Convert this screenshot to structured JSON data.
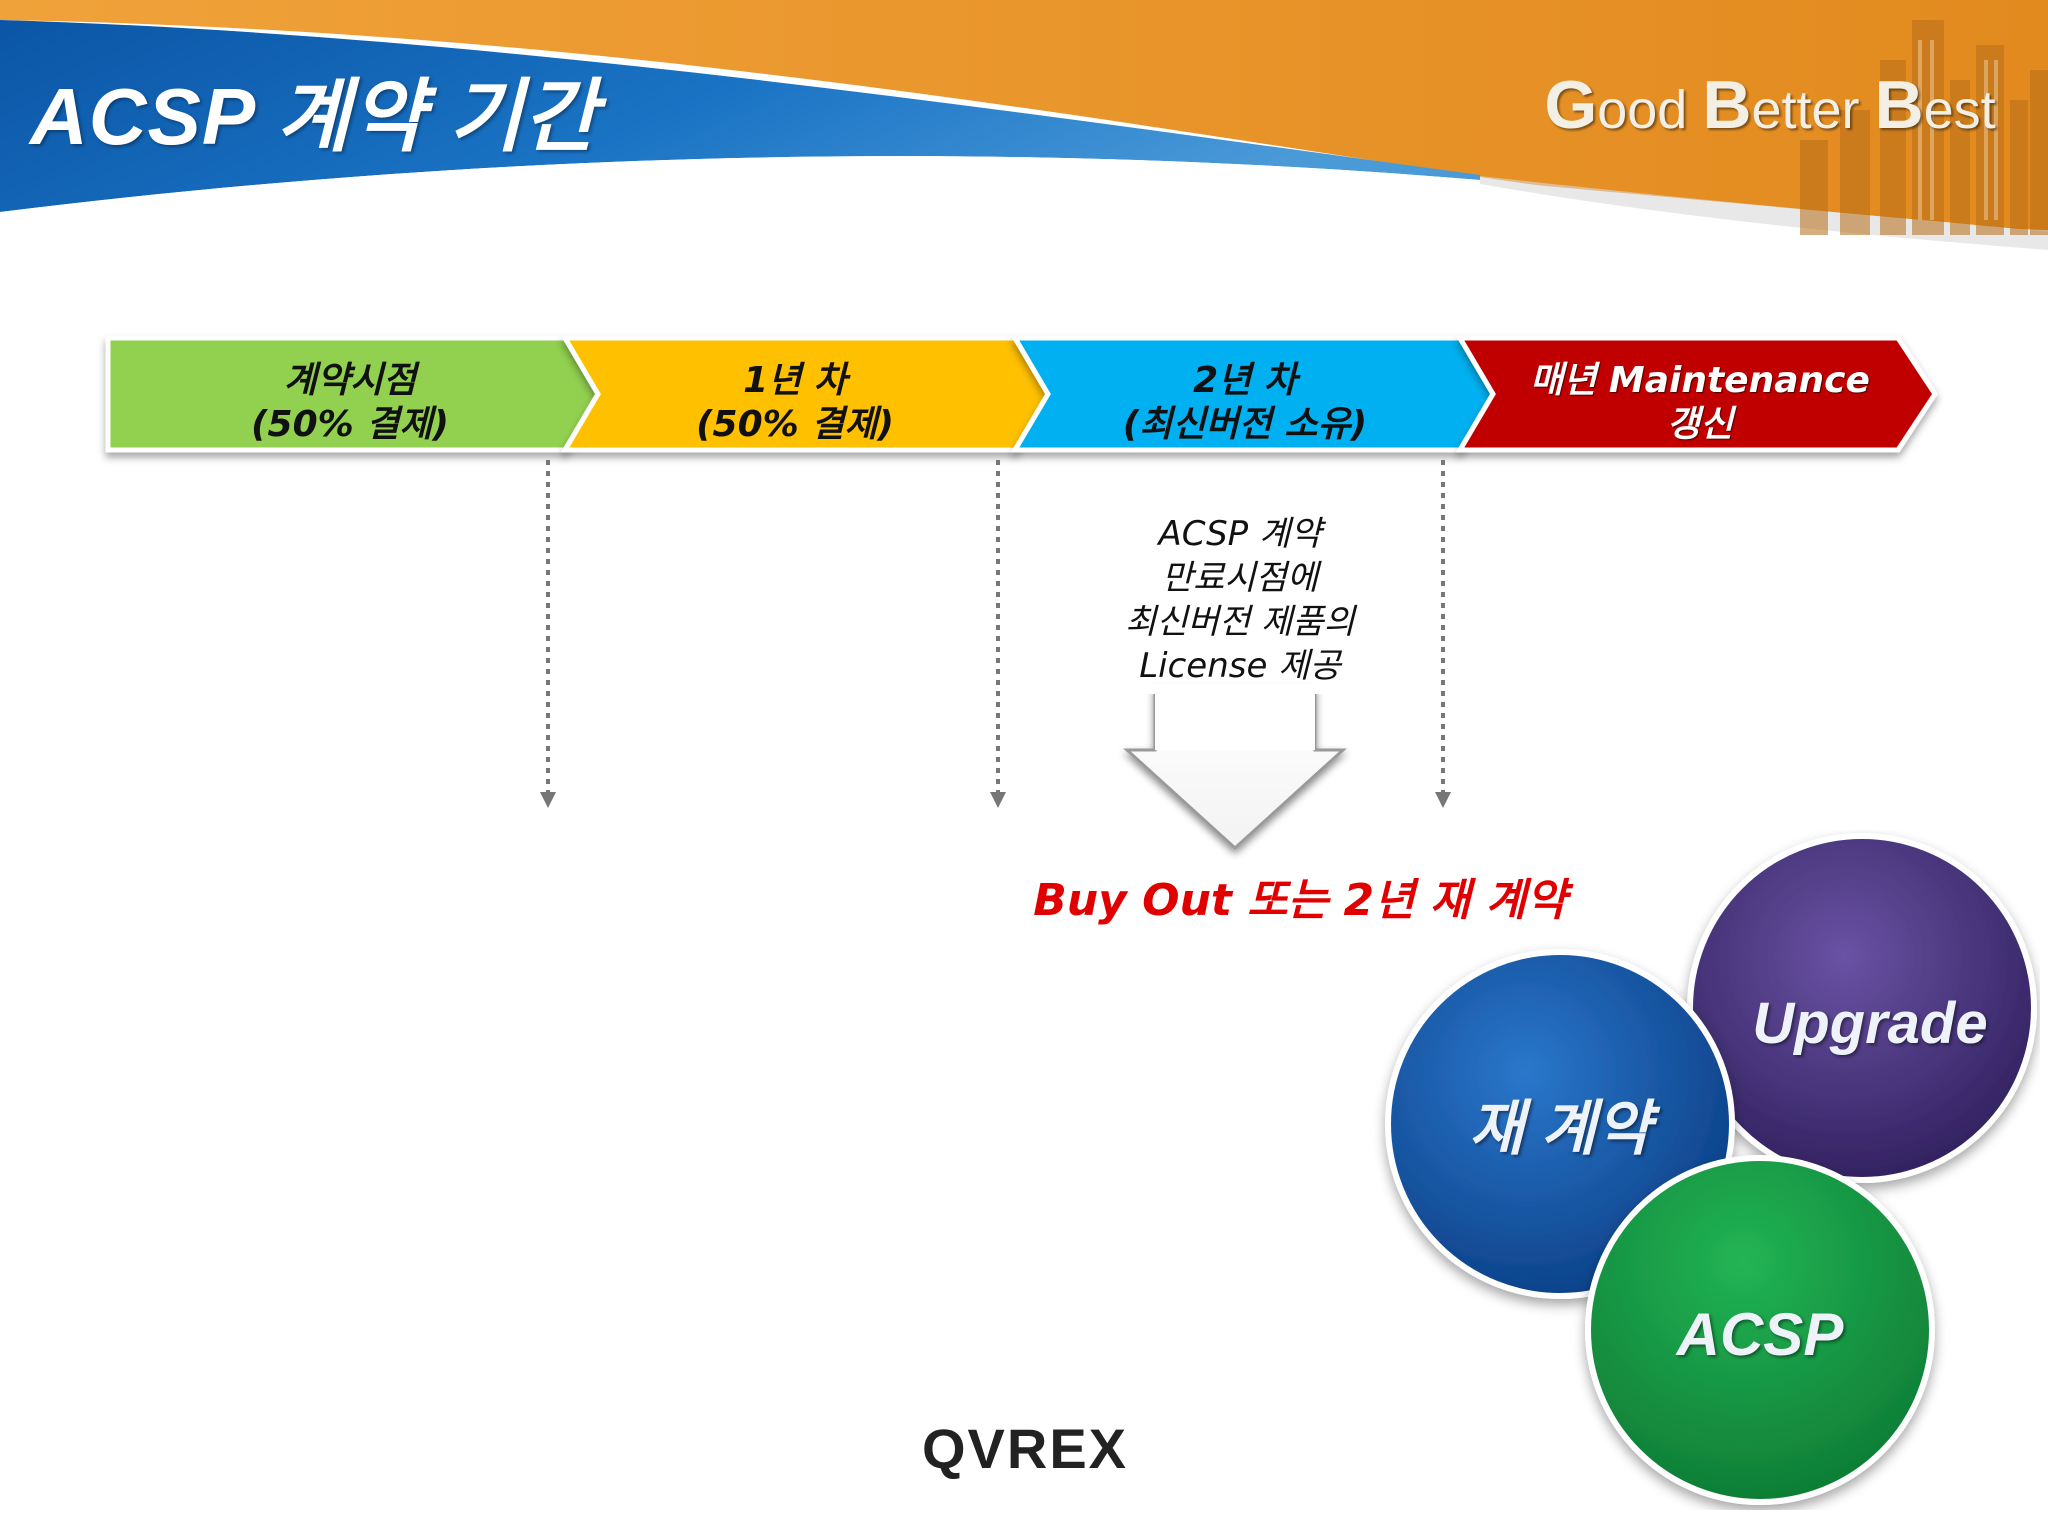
{
  "header": {
    "title": "ACSP 계약 기간",
    "slogan_words": [
      {
        "initial": "G",
        "rest": "ood"
      },
      {
        "initial": "B",
        "rest": "etter"
      },
      {
        "initial": "B",
        "rest": "est"
      }
    ]
  },
  "timeline": {
    "steps": [
      {
        "lines": [
          "계약시점",
          "(50% 결제)"
        ],
        "color": "#92d050"
      },
      {
        "lines": [
          "1년 차",
          "(50% 결제)"
        ],
        "color": "#ffc000"
      },
      {
        "lines": [
          "2년 차",
          "(최신버전 소유)"
        ],
        "color": "#00b0f0"
      },
      {
        "lines": [
          "매년 Maintenance",
          "갱신"
        ],
        "color": "#c00000"
      }
    ]
  },
  "note": {
    "lines": [
      "ACSP 계약",
      "만료시점에",
      "최신버전 제품의",
      "License 제공"
    ]
  },
  "result": {
    "text": "Buy Out 또는 2년 재 계약",
    "color": "#e00000"
  },
  "cycle": {
    "circles": [
      {
        "label": "재 계약",
        "color": "#1e5fb0"
      },
      {
        "label": "Upgrade",
        "color": "#4b3780"
      },
      {
        "label": "ACSP",
        "color": "#1a9a45"
      }
    ]
  },
  "footer": {
    "brand": "QVREX"
  }
}
